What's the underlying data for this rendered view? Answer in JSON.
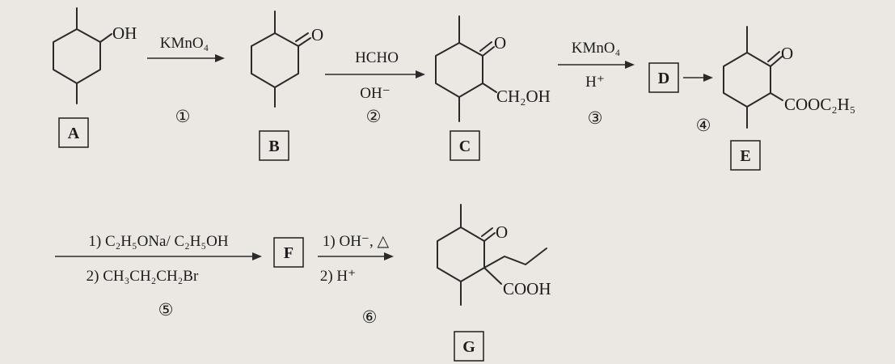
{
  "compounds": {
    "A": {
      "letter": "A",
      "groups": [
        "OH"
      ]
    },
    "B": {
      "letter": "B",
      "groups": [
        "O"
      ]
    },
    "C": {
      "letter": "C",
      "groups": [
        "O",
        "CH₂OH"
      ]
    },
    "D": {
      "letter": "D"
    },
    "E": {
      "letter": "E",
      "groups": [
        "O",
        "COOC₂H₅"
      ]
    },
    "F": {
      "letter": "F"
    },
    "G": {
      "letter": "G",
      "groups": [
        "O",
        "COOH"
      ]
    }
  },
  "steps": [
    {
      "number": "①",
      "above": "KMnO₄",
      "below": ""
    },
    {
      "number": "②",
      "above": "HCHO",
      "below": "OH⁻"
    },
    {
      "number": "③",
      "above": "KMnO₄",
      "below": "H⁺"
    },
    {
      "number": "④",
      "above": "",
      "below": ""
    },
    {
      "number": "⑤",
      "above": "1) C₂H₅ONa/ C₂H₅OH",
      "below": "2) CH₃CH₂CH₂Br"
    },
    {
      "number": "⑥",
      "above": "1) OH⁻, △",
      "below": "2) H⁺"
    }
  ],
  "colors": {
    "background": "#ebe8e3",
    "ink": "#1c1c1c"
  }
}
